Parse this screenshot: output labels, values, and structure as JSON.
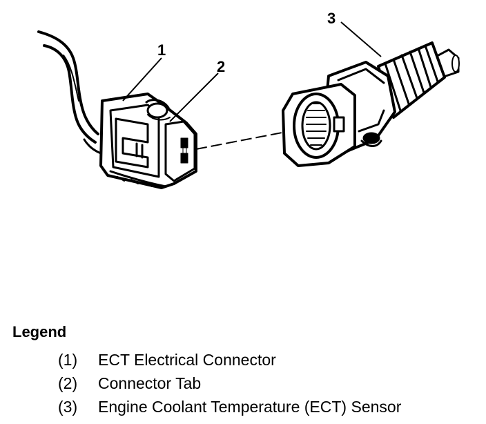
{
  "callouts": {
    "c1": "1",
    "c2": "2",
    "c3": "3"
  },
  "legend": {
    "title": "Legend",
    "items": [
      {
        "num": "(1)",
        "text": "ECT Electrical Connector"
      },
      {
        "num": "(2)",
        "text": "Connector Tab"
      },
      {
        "num": "(3)",
        "text": "Engine Coolant Temperature (ECT) Sensor"
      }
    ]
  }
}
